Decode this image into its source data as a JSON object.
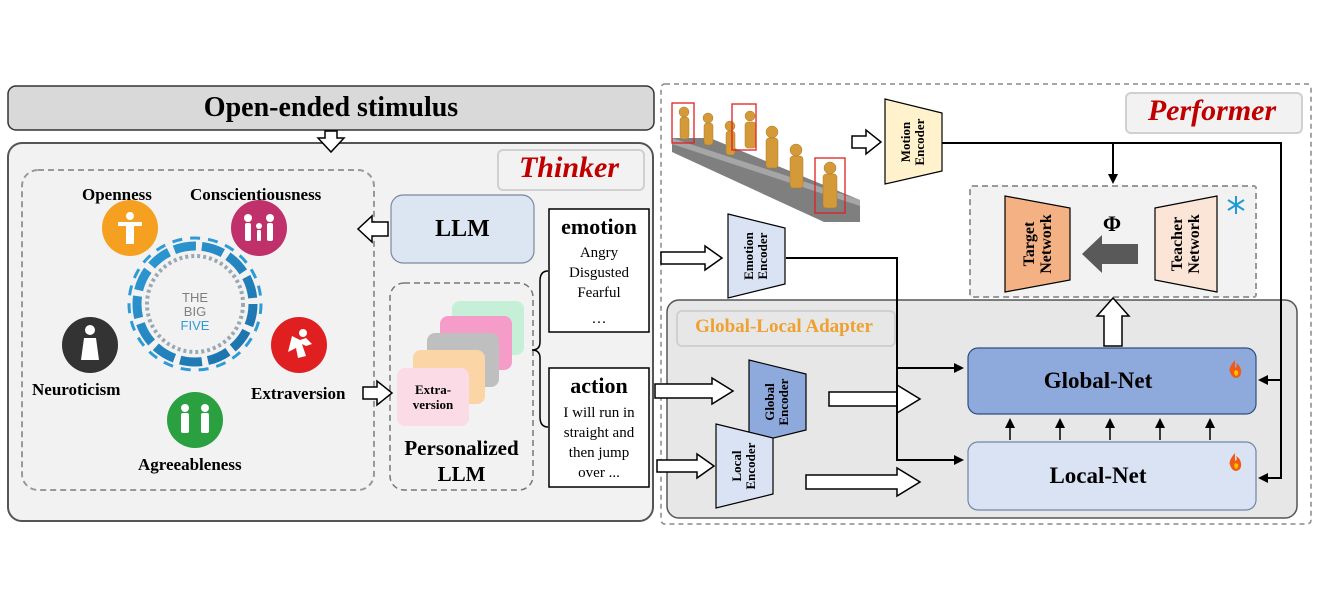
{
  "stimulus": {
    "title": "Open-ended stimulus"
  },
  "thinker": {
    "title": "Thinker",
    "traits": {
      "openness": "Openness",
      "conscientiousness": "Conscientiousness",
      "neuroticism": "Neuroticism",
      "extraversion": "Extraversion",
      "agreeableness": "Agreeableness"
    },
    "big_five": {
      "line1": "THE",
      "line2": "BIG",
      "line3": "FIVE"
    },
    "llm": "LLM",
    "personalized": {
      "card_line1": "Extra-",
      "card_line2": "version",
      "label_line1": "Personalized",
      "label_line2": "LLM"
    },
    "emotion": {
      "title": "emotion",
      "items": [
        "Angry",
        "Disgusted",
        "Fearful",
        "…"
      ]
    },
    "action": {
      "title": "action",
      "lines": [
        "I will run in",
        "straight and",
        "then jump",
        "over  ..."
      ]
    }
  },
  "performer": {
    "title": "Performer",
    "motion_encoder": {
      "line1": "Motion",
      "line2": "Encoder"
    },
    "emotion_encoder": {
      "line1": "Emotion",
      "line2": "Encoder"
    },
    "global_encoder": {
      "line1": "Global",
      "line2": "Encoder"
    },
    "local_encoder": {
      "line1": "Local",
      "line2": "Encoder"
    },
    "target_network": {
      "line1": "Target",
      "line2": "Network"
    },
    "teacher_network": {
      "line1": "Teacher",
      "line2": "Network"
    },
    "phi": "Φ",
    "adapter_title": "Global-Local Adapter",
    "global_net": "Global-Net",
    "local_net": "Local-Net"
  },
  "colors": {
    "thinker_title": "#c00000",
    "adapter_title": "#f0a030",
    "openness": "#f5a020",
    "conscientiousness": "#c0306a",
    "neuroticism": "#333333",
    "extraversion": "#e02020",
    "agreeableness": "#2aa040",
    "llm_fill": "#dce6f2",
    "global_net_fill": "#8ea9db",
    "local_net_fill": "#dae3f3",
    "target_fill": "#f4b183",
    "teacher_fill": "#fbe5d6",
    "encoder_yellow": "#fff2cc",
    "encoder_blue": "#dae3f3",
    "encoder_blue_dark": "#8ea9db"
  }
}
